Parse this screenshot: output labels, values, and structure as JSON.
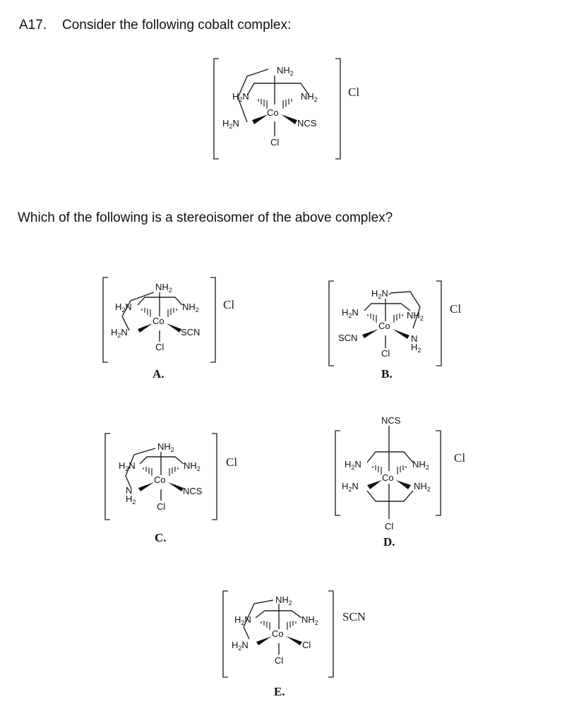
{
  "question": {
    "number": "A17.",
    "prompt": "Consider the following cobalt complex:",
    "sub_prompt": "Which of the following is a stereoisomer of the above complex?"
  },
  "main_complex": {
    "metal": "Co",
    "top": "NH",
    "top_sub": "2",
    "hash_left": "H",
    "hash_left_rest": "N",
    "hash_left_sub": "2",
    "hash_right": "NH",
    "hash_right_sub": "2",
    "wedge_left": "H",
    "wedge_left_rest": "N",
    "wedge_left_sub": "2",
    "wedge_right": "NCS",
    "bottom": "Cl",
    "counterion": "Cl"
  },
  "options": [
    {
      "label": "A.",
      "metal": "Co",
      "top": "NH",
      "top_sub": "2",
      "hash_left": "H",
      "hash_left_rest": "N",
      "hash_left_sub": "2",
      "hash_right": "NH",
      "hash_right_sub": "2",
      "wedge_left": "H",
      "wedge_left_rest": "N",
      "wedge_left_sub": "2",
      "wedge_right": "SCN",
      "bottom": "Cl",
      "counterion": "Cl"
    },
    {
      "label": "B.",
      "metal": "Co",
      "top": "H",
      "top_rest": "N-",
      "top_sub": "2",
      "hash_left": "H",
      "hash_left_rest": "N",
      "hash_left_sub": "2",
      "hash_right": "NH",
      "hash_right_sub": "2",
      "wedge_left": "SCN",
      "wedge_right": "N",
      "wedge_right_below": "H",
      "wedge_right_sub": "2",
      "bottom": "Cl",
      "counterion": "Cl"
    },
    {
      "label": "C.",
      "metal": "Co",
      "top": "NH",
      "top_sub": "2",
      "hash_left": "H",
      "hash_left_rest": "N",
      "hash_left_sub": "2",
      "hash_right": "NH",
      "hash_right_sub": "2",
      "wedge_left": "N",
      "wedge_left_below": "H",
      "wedge_left_sub": "2",
      "wedge_right": "NCS",
      "bottom": "Cl",
      "counterion": "Cl"
    },
    {
      "label": "D.",
      "metal": "Co",
      "top": "NCS",
      "hash_left": "H",
      "hash_left_rest": "N",
      "hash_left_sub": "2",
      "hash_right": "NH",
      "hash_right_sub": "2",
      "wedge_left": "H",
      "wedge_left_rest": "N",
      "wedge_left_sub": "2",
      "wedge_right": "NH",
      "wedge_right_sub": "2",
      "bottom": "Cl",
      "counterion": "Cl"
    },
    {
      "label": "E.",
      "metal": "Co",
      "top": "NH",
      "top_sub": "2",
      "hash_left": "H",
      "hash_left_rest": "N",
      "hash_left_sub": "2",
      "hash_right": "NH",
      "hash_right_sub": "2",
      "wedge_left": "H",
      "wedge_left_rest": "N",
      "wedge_left_sub": "2",
      "wedge_right": "Cl",
      "bottom": "Cl",
      "counterion": "SCN"
    }
  ]
}
